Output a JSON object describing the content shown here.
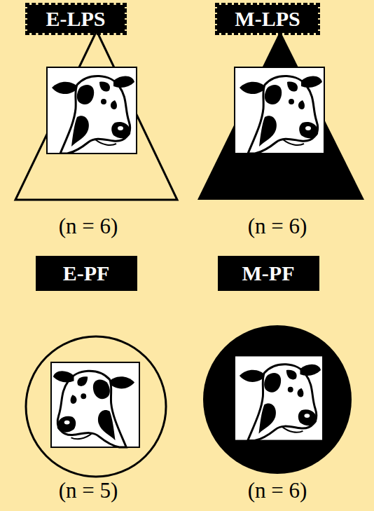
{
  "diagram": {
    "nodes": [
      {
        "text": [
          "E-LPS"
        ]
      },
      {
        "text": [
          "M-LPS"
        ]
      },
      {
        "text": [
          "E-PF"
        ]
      },
      {
        "text": [
          "M-PF"
        ]
      }
    ],
    "labels": [
      "(n = 6)",
      "(n = 6)",
      "(n = 5)",
      "(n = 6)"
    ]
  }
}
